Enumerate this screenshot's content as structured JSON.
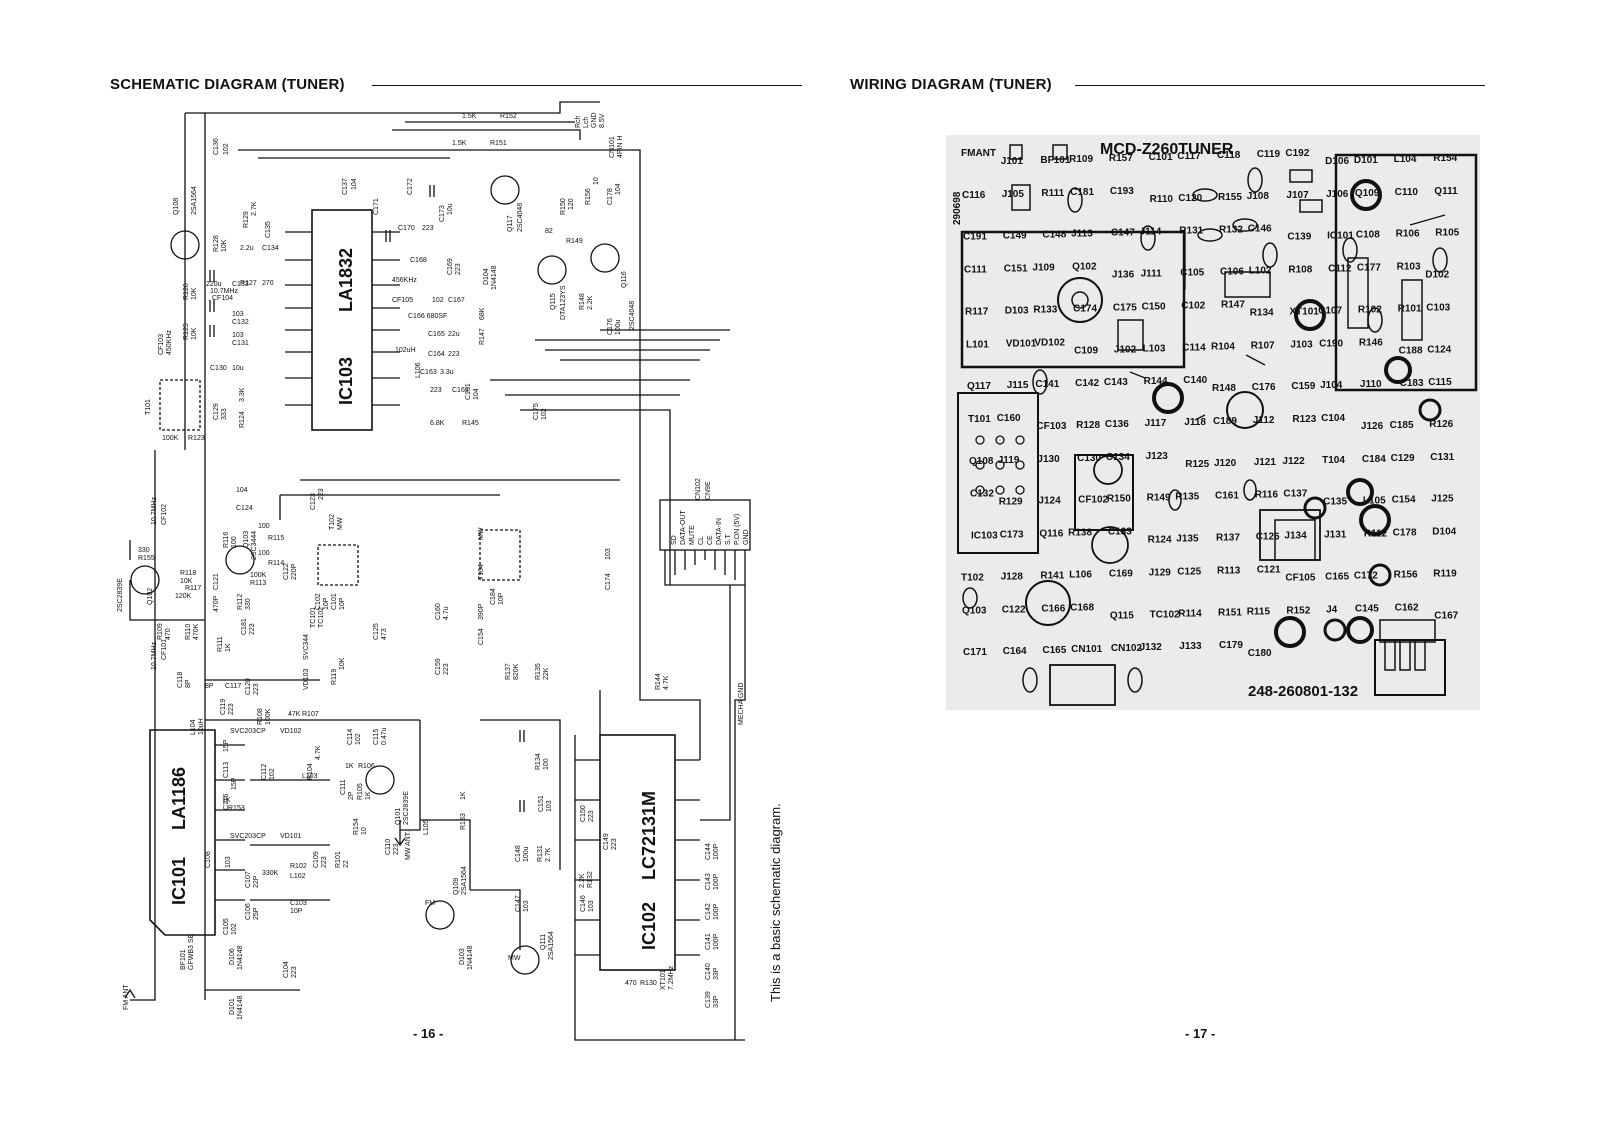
{
  "left_page": {
    "title": "SCHEMATIC DIAGRAM (TUNER)",
    "page_number": "- 16 -",
    "note": "This is a basic schematic diagram.",
    "ics": [
      {
        "ref": "IC103",
        "part": "LA1832"
      },
      {
        "ref": "IC101",
        "part": "LA1186"
      },
      {
        "ref": "IC102",
        "part": "LC72131M"
      }
    ],
    "connector": {
      "ref": "CN102",
      "sub": "CN9E",
      "pins": [
        "SD",
        "DATA-OUT",
        "MUTE",
        "CL",
        "CE",
        "DATA-IN",
        "S.T",
        "P.ON (5V)",
        "GND"
      ]
    },
    "connector_top": {
      "ref": "CN101",
      "sub": "4PIN H",
      "pins": [
        "Rch",
        "Lch",
        "GND",
        "8.5V"
      ]
    },
    "labels": {
      "fm_ant": "FM ANT",
      "mw_ant": "MW ANT.",
      "mecha_gnd": "MECHA GND",
      "fm": "FM",
      "mw": "MW",
      "r152": "R152",
      "r152_val": "1.5K",
      "r151": "R151",
      "r151_val": "1.5K",
      "q108": "Q108",
      "q108_type": "2SA1564",
      "q117": "Q117",
      "q117_type": "2SC4048",
      "q116": "Q116",
      "q116_type": "2SC4048",
      "q115": "Q115",
      "q115_type": "DTA123YS",
      "q102": "Q102",
      "q102_type": "2SC2839E",
      "q101": "Q101",
      "q101_type": "2SC2839E",
      "q109": "Q109",
      "q109_type": "2SA1564",
      "q111": "Q111",
      "q111_type": "2SA1564",
      "q103": "Q103",
      "q103_type": "2SC3444",
      "d104": "D104",
      "d104_type": "1N4148",
      "d103": "D103",
      "d103_type": "1N4148",
      "d101": "D101",
      "d101_type": "1N4148",
      "d106": "D106",
      "d106_type": "1N4148",
      "t101": "T101",
      "t102": "T102",
      "t104": "T104",
      "mw_t102": "MW",
      "mw_t104": "MW",
      "cf103": "CF103",
      "cf103_val": "450KHz",
      "cf102": "CF102",
      "cf102_val": "10.7MHz",
      "cf101": "CF101",
      "cf101_val": "10.7MHz",
      "cf104": "CF104",
      "cf104_val": "10.7MHz",
      "cf105": "CF105",
      "cf105_val": "456KHz",
      "cf106": "C166 680SF",
      "l106": "L106",
      "l106_val": "102uH",
      "l104": "L104",
      "l104_val": "10uH",
      "l102": "L102",
      "l103": "L103",
      "l105": "L105",
      "vd101": "VD101",
      "vd101_type": "SVC203CP",
      "vd102": "VD102",
      "vd102_type": "SVC203CP",
      "vd103": "VD103",
      "vd103_type": "SVC344",
      "tc101": "TC101",
      "tc102": "TC102",
      "xt101": "XT101",
      "xt101_val": "7.2MHz",
      "bf101": "BF101",
      "bf101_type": "GFWB3 SE",
      "r128": "R128",
      "r128_val": "10K",
      "r126": "R126",
      "r126_val": "10K",
      "r125": "R125",
      "r125_val": "10K",
      "r129": "R129",
      "r129_val": "2.7K",
      "r127": "R127",
      "r127_val": "270",
      "r124": "R124",
      "r124_val": "3.3K",
      "r123": "R123",
      "r123_val": "100K",
      "r147": "R147",
      "r147_val": "68K",
      "r145": "R145",
      "r145_val": "6.8K",
      "r150": "R150",
      "r150_val": "120",
      "r156": "R156",
      "r156_val": "10",
      "r149": "R149",
      "r149_val": "82",
      "r148": "R148",
      "r148_val": "2.2K",
      "r137": "R137",
      "r137_val": "820K",
      "r135": "R135",
      "r135_val": "22K",
      "r144": "R144",
      "r144_val": "4.7K",
      "r134": "R134",
      "r134_val": "100",
      "r133": "R133",
      "r133_val": "1K",
      "r131": "R131",
      "r131_val": "2.7K",
      "r132": "R132",
      "r132_val": "2.2K",
      "r130": "R130",
      "r130_val": "470",
      "r116": "R116",
      "r116_val": "100",
      "r115": "R115",
      "r115_val": "100",
      "r114": "R114",
      "r114_val": "100",
      "r113": "R113",
      "r113_val": "100K",
      "r112": "R112",
      "r112_val": "330",
      "r111": "R111",
      "r111_val": "1K",
      "r110": "R110",
      "r110_val": "470K",
      "r109": "R109",
      "r109_val": "470",
      "r117": "R117",
      "r117_val": "120K",
      "r118": "R118",
      "r118_val": "10K",
      "r155": "R155",
      "r155_val": "330",
      "r119": "R119",
      "r119_val": "10K",
      "r108": "R108",
      "r108_val": "100K",
      "r107": "R107",
      "r107_val": "47K",
      "r106": "R106",
      "r106_val": "1K",
      "r105": "R105",
      "r105_val": "1K",
      "r104": "R104",
      "r104_val": "4.7K",
      "r153": "R153",
      "r153_val": "1K",
      "r154": "R154",
      "r154_val": "10",
      "r102": "R102",
      "r102_val": "330K",
      "r101": "R101",
      "r101_val": "22",
      "c136": "C136",
      "c136_val": "102",
      "c137": "C137",
      "c137_val": "104",
      "c172": "C172",
      "c171": "C171",
      "c173": "C173",
      "c173_val": "10u",
      "c170": "C170",
      "c170_val": "223",
      "c169": "C169",
      "c169_val": "223",
      "c168": "C168",
      "c167": "C167",
      "c167_val": "102",
      "c165": "C165",
      "c165_val": "22u",
      "c164": "C164",
      "c164_val": "223",
      "c163": "C163",
      "c163_val": "3.3u",
      "c162": "C162",
      "c162_val": "223",
      "c161": "C161",
      "c161_val": "104",
      "c175": "C175",
      "c175_val": "102",
      "c176": "C176",
      "c176_val": "100u",
      "c178": "C178",
      "c178_val": "104",
      "c135": "C135",
      "c134": "C134",
      "c134_val": "2.2u",
      "c133": "C133",
      "c133_val": "220u",
      "c132": "C132",
      "c132_val": "103",
      "c131": "C131",
      "c131_val": "103",
      "c130": "C130",
      "c130_val": "10u",
      "c129": "C129",
      "c129_val": "333",
      "c124": "C124",
      "c124_val": "104",
      "c123": "C123",
      "c123_val": "223",
      "c122": "C122",
      "c122_val": "220P",
      "c121": "C121",
      "c121_val": "470P",
      "c181": "C181",
      "c181_val": "223",
      "c160": "C160",
      "c160_val": "4.7u",
      "c159": "C159",
      "c159_val": "223",
      "c154": "C154",
      "c154_val": "390P",
      "c184": "C184",
      "c184_val": "10P",
      "c125": "C125",
      "c125_val": "473",
      "c174": "C174",
      "c174_val": "103",
      "c151": "C151",
      "c151_val": "103",
      "c150": "C150",
      "c150_val": "223",
      "c149": "C149",
      "c149_val": "223",
      "c148": "C148",
      "c148_val": "100u",
      "c147": "C147",
      "c147_val": "103",
      "c146": "C146",
      "c146_val": "103",
      "c144": "C144",
      "c144_val": "100P",
      "c143": "C143",
      "c143_val": "100P",
      "c142": "C142",
      "c142_val": "100P",
      "c141": "C141",
      "c141_val": "100P",
      "c140": "C140",
      "c140_val": "33P",
      "c139": "C139",
      "c139_val": "33P",
      "c120": "C120",
      "c120_val": "223",
      "c119": "C119",
      "c119_val": "223",
      "c118": "C118",
      "c118_val": "8P",
      "c117": "C117",
      "c117_val": "8P",
      "c116": "C116",
      "c116_val": "15P",
      "c115": "C115",
      "c115_val": "0.47u",
      "c114": "C114",
      "c114_val": "102",
      "c113": "C113",
      "c113_val": "15P",
      "c112": "C112",
      "c112_val": "102",
      "c111": "C111",
      "c111_val": "2P",
      "c110": "C110",
      "c110_val": "223",
      "c109": "C109",
      "c109_val": "223",
      "c108": "C108",
      "c108_val": "103",
      "c107": "C107",
      "c107_val": "22P",
      "c106": "C106",
      "c106_val": "25P",
      "c105": "C105",
      "c105_val": "102",
      "c104": "C104",
      "c104_val": "223",
      "c103": "C103",
      "c103_val": "10P",
      "c102": "C102",
      "c102_val": "10P",
      "c101": "C101",
      "c101_val": "10P"
    }
  },
  "right_page": {
    "title": "WIRING DIAGRAM (TUNER)",
    "page_number": "- 17 -",
    "board_name": "MCD-Z260TUNER",
    "board_part_no": "248-260801-132",
    "board_code": "290698",
    "labels": [
      "FMANT",
      "J101",
      "BF101",
      "R109",
      "R157",
      "C101",
      "C117",
      "C118",
      "C119",
      "C192",
      "D106",
      "D101",
      "L104",
      "R154",
      "C116",
      "J105",
      "R111",
      "C181",
      "C193",
      "R110",
      "C120",
      "R155",
      "J108",
      "J107",
      "J106",
      "Q109",
      "C110",
      "Q111",
      "C191",
      "C149",
      "C148",
      "J113",
      "C147",
      "J114",
      "R131",
      "R132",
      "C146",
      "C139",
      "IC101",
      "C108",
      "R106",
      "R105",
      "C111",
      "C151",
      "J109",
      "Q102",
      "J136",
      "J111",
      "C105",
      "C106",
      "L102",
      "R108",
      "C112",
      "C177",
      "R103",
      "D102",
      "R117",
      "D103",
      "R133",
      "C174",
      "C175",
      "C150",
      "C102",
      "R147",
      "R134",
      "XT101",
      "C107",
      "R102",
      "R101",
      "C103",
      "L101",
      "VD101",
      "VD102",
      "C109",
      "J102",
      "L103",
      "C114",
      "R104",
      "R107",
      "J103",
      "C190",
      "R146",
      "C188",
      "C124",
      "Q117",
      "J115",
      "C141",
      "C142",
      "C143",
      "R144",
      "C140",
      "R148",
      "C176",
      "C159",
      "J104",
      "J110",
      "C183",
      "C115",
      "T101",
      "C160",
      "CF103",
      "R128",
      "C136",
      "J117",
      "J118",
      "C189",
      "J112",
      "R123",
      "C104",
      "J126",
      "C185",
      "R126",
      "Q108",
      "J119",
      "J130",
      "C130",
      "C134",
      "J123",
      "R125",
      "J120",
      "J121",
      "J122",
      "T104",
      "C184",
      "C129",
      "C131",
      "C132",
      "R129",
      "J124",
      "CF102",
      "R150",
      "R149",
      "R135",
      "C161",
      "R116",
      "C137",
      "C135",
      "L105",
      "C154",
      "J125",
      "IC103",
      "C173",
      "Q116",
      "R138",
      "C133",
      "R124",
      "J135",
      "R137",
      "C126",
      "J134",
      "J131",
      "R112",
      "C178",
      "D104",
      "T102",
      "J128",
      "R141",
      "L106",
      "C169",
      "J129",
      "C125",
      "R113",
      "C121",
      "CF105",
      "C165",
      "C172",
      "R156",
      "R119",
      "Q103",
      "C122",
      "C166",
      "C168",
      "Q115",
      "TC102",
      "R114",
      "R151",
      "R115",
      "R152",
      "J4",
      "C145",
      "C162",
      "C167",
      "C171",
      "C164",
      "C165",
      "CN101",
      "CN102",
      "J132",
      "J133",
      "C179",
      "C180"
    ]
  }
}
